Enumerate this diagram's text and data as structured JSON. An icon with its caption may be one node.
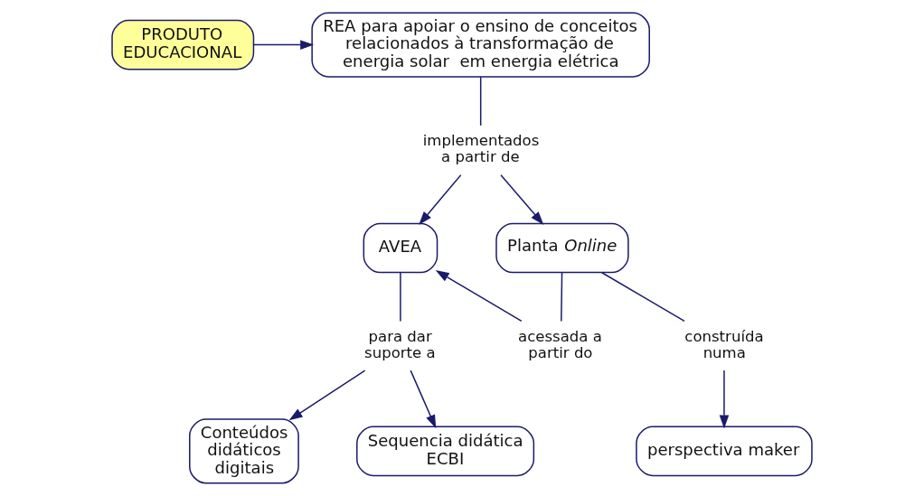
{
  "diagram": {
    "nodes": [
      {
        "text": [
          "PRODUTO EDUCACIONAL"
        ]
      },
      {
        "text": [
          "REA para apoiar o ensino de conceitos relacionados à transformação de energia solar  em energia elétrica"
        ]
      },
      {
        "text": [
          "implementados a partir de"
        ]
      },
      {
        "text": [
          "AVEA"
        ]
      },
      {
        "text": [
          "Planta *Online*"
        ]
      },
      {
        "text": [
          "acessada a partir do"
        ]
      },
      {
        "text": [
          "para dar suporte a"
        ]
      },
      {
        "text": [
          "construída numa"
        ]
      },
      {
        "text": [
          "Conteúdos didáticos digitais"
        ]
      },
      {
        "text": [
          "Sequencia didática ECBI"
        ]
      },
      {
        "text": [
          "perspectiva maker"
        ]
      }
    ],
    "edges": [
      {
        "from": 0,
        "to": 1,
        "arrow": "to"
      },
      {
        "from": 1,
        "to": 2,
        "arrow": "none"
      },
      {
        "from": 2,
        "to": 3,
        "arrow": "to"
      },
      {
        "from": 2,
        "to": 4,
        "arrow": "to"
      },
      {
        "from": 4,
        "to": 5,
        "arrow": "none"
      },
      {
        "from": 5,
        "to": 3,
        "arrow": "to"
      },
      {
        "from": 3,
        "to": 6,
        "arrow": "none"
      },
      {
        "from": 6,
        "to": 8,
        "arrow": "to"
      },
      {
        "from": 6,
        "to": 9,
        "arrow": "to"
      },
      {
        "from": 4,
        "to": 7,
        "arrow": "none"
      },
      {
        "from": 7,
        "to": 10,
        "arrow": "to"
      }
    ]
  }
}
